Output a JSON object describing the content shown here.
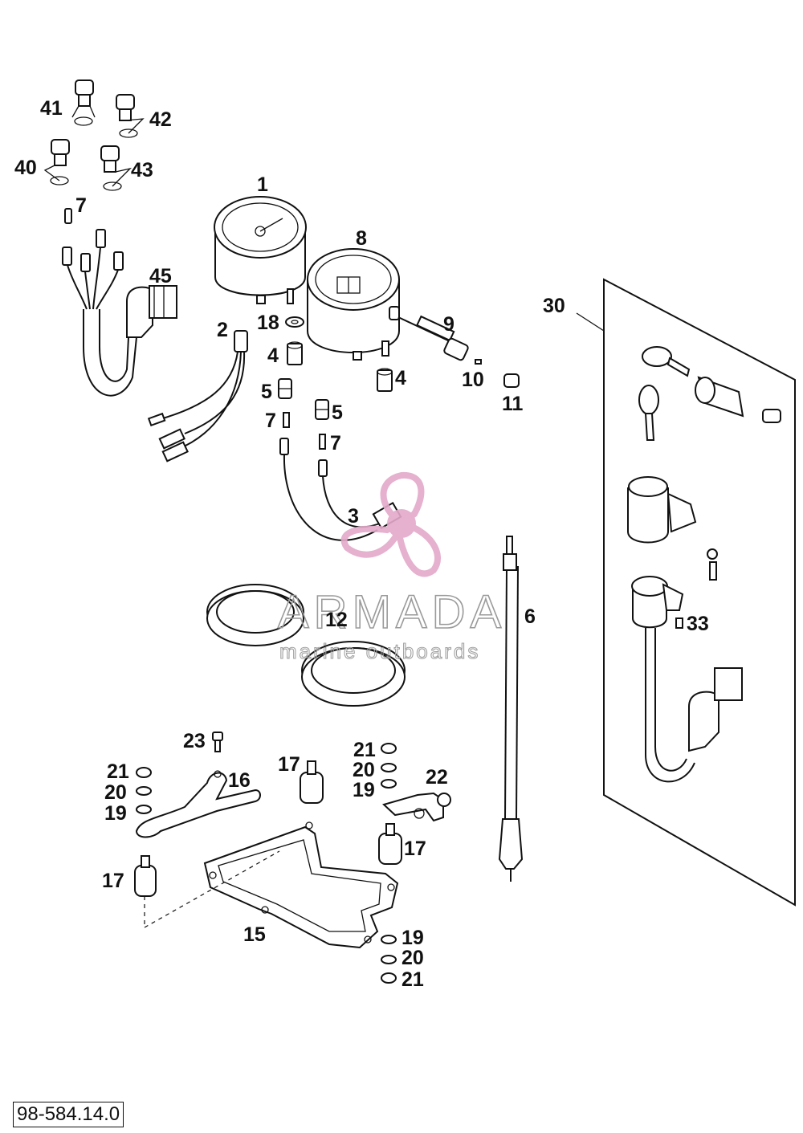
{
  "diagram_code": "98-584.14.0",
  "watermark": {
    "title": "ARMADA",
    "subtitle": "marine outboards",
    "logo_color": "#e3a9c9",
    "text_color": "#9a9a9a"
  },
  "callouts": {
    "c1": "1",
    "c2": "2",
    "c3": "3",
    "c4a": "4",
    "c4b": "4",
    "c5a": "5",
    "c5b": "5",
    "c6": "6",
    "c7a": "7",
    "c7b": "7",
    "c7c": "7",
    "c8": "8",
    "c9": "9",
    "c10": "10",
    "c11": "11",
    "c12": "12",
    "c15": "15",
    "c16": "16",
    "c17a": "17",
    "c17b": "17",
    "c17c": "17",
    "c18": "18",
    "c19a": "19",
    "c19b": "19",
    "c19c": "19",
    "c20a": "20",
    "c20b": "20",
    "c20c": "20",
    "c21a": "21",
    "c21b": "21",
    "c21c": "21",
    "c22": "22",
    "c23": "23",
    "c30": "30",
    "c33": "33",
    "c40": "40",
    "c41": "41",
    "c42": "42",
    "c43": "43",
    "c45": "45"
  }
}
